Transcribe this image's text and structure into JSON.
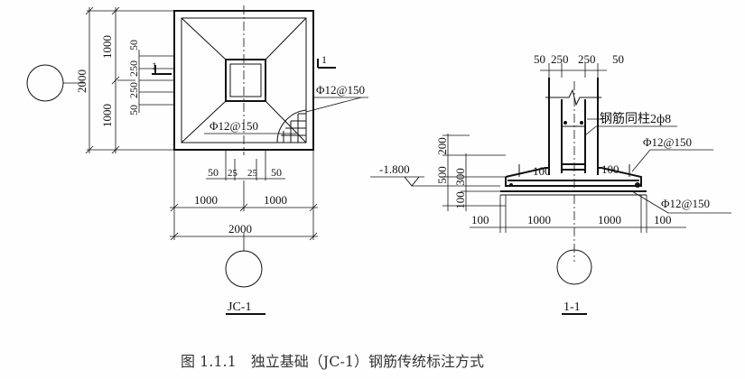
{
  "plan": {
    "dims_left": [
      "1000",
      "1000",
      "2000"
    ],
    "dims_left_small": [
      "50",
      "250",
      "250",
      "50"
    ],
    "dims_bottom_small": [
      "50",
      "25",
      "25",
      "50"
    ],
    "dims_bottom": [
      "1000",
      "1000"
    ],
    "dim_total": "2000",
    "rebar_1": "Φ12@150",
    "rebar_2": "Φ12@150",
    "section_mark_left": "1",
    "section_mark_right": "1",
    "label": "JC-1"
  },
  "section": {
    "dims_top": [
      "50",
      "250",
      "250",
      "50"
    ],
    "column_rebar": "钢筋同柱2ф8",
    "rebar_top": "Φ12@150",
    "rebar_bottom": "Φ12@150",
    "elevation": "-1.800",
    "dims_left_vert": [
      "200",
      "500",
      "300",
      "100"
    ],
    "offsets": [
      "100",
      "100"
    ],
    "dims_bottom": [
      "100",
      "1000",
      "1000",
      "100"
    ],
    "label": "1-1"
  },
  "caption": "图 1.1.1　独立基础（JC-1）钢筋传统标注方式"
}
